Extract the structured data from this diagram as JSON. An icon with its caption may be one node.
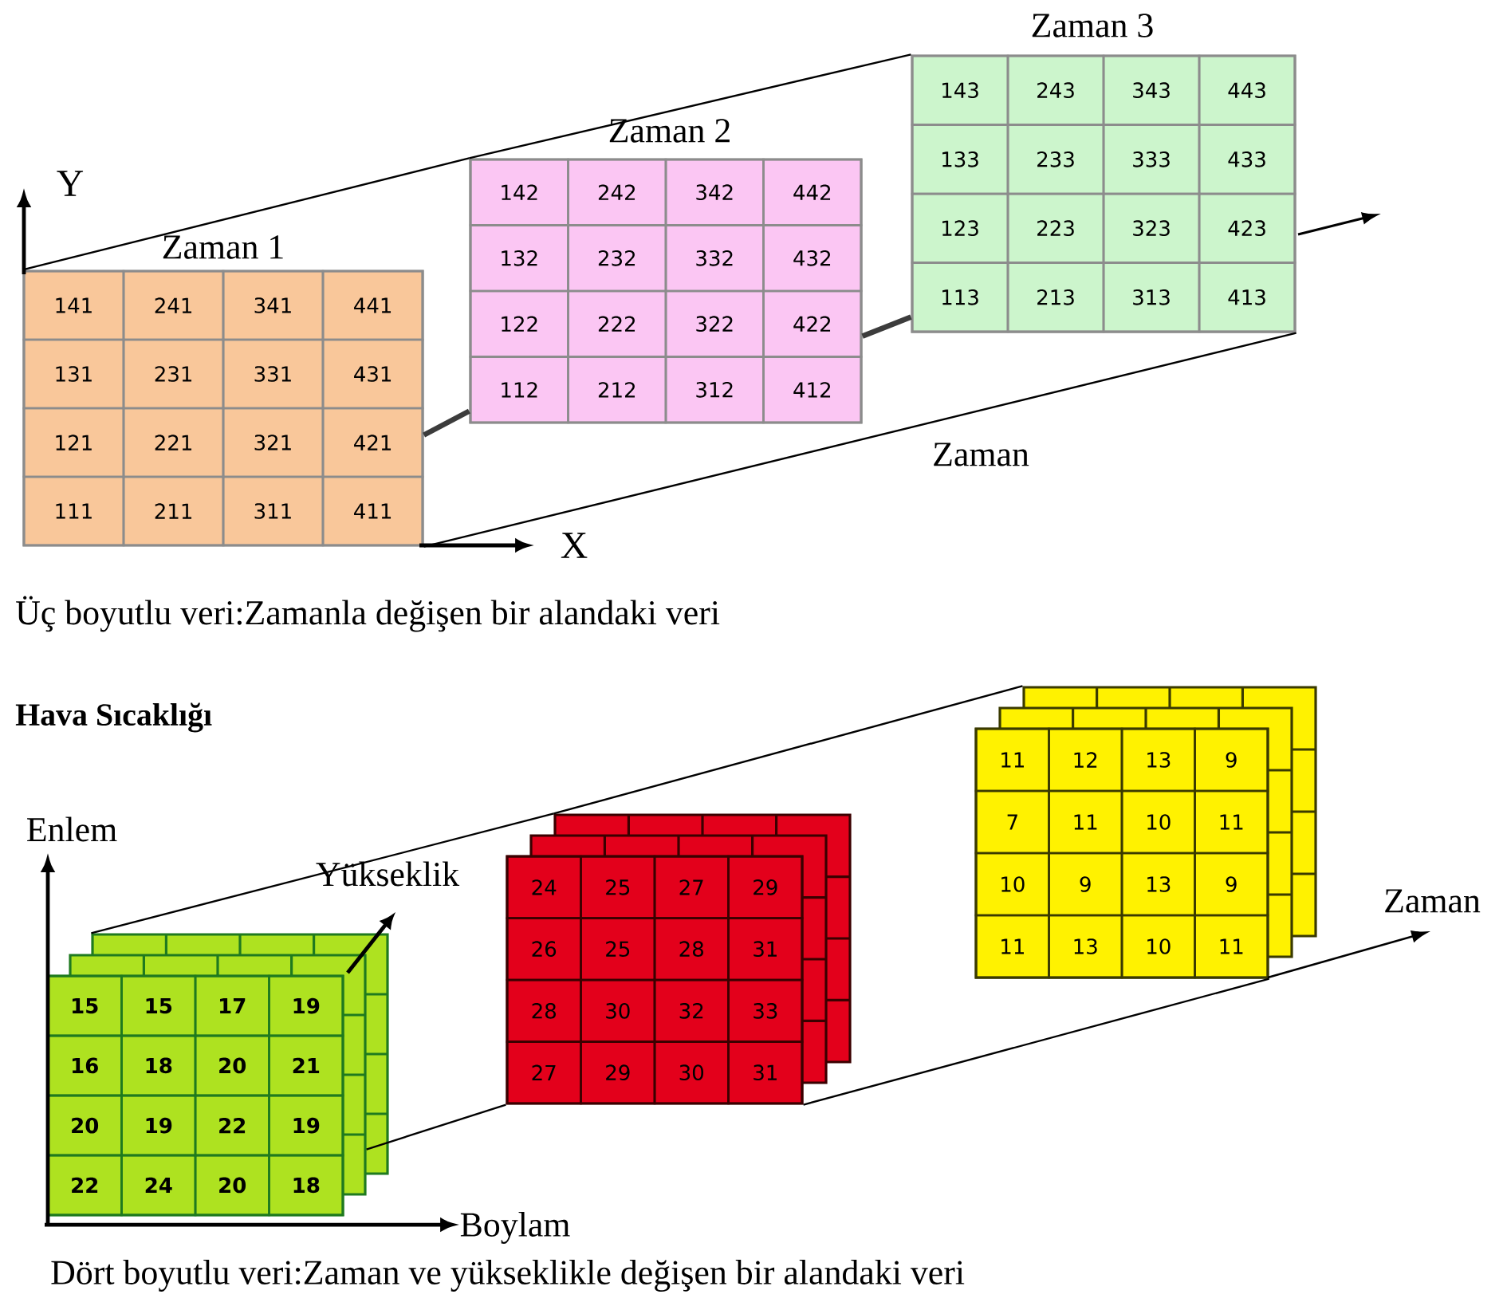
{
  "diagram": {
    "nodes": [
      {
        "text": [
          "Zaman 1",
          "141",
          "241",
          "341",
          "441",
          "131",
          "231",
          "331",
          "431",
          "121",
          "221",
          "321",
          "421",
          "111",
          "211",
          "311",
          "411"
        ]
      },
      {
        "text": [
          "Zaman 2",
          "142",
          "242",
          "342",
          "442",
          "132",
          "232",
          "332",
          "432",
          "122",
          "222",
          "322",
          "422",
          "112",
          "212",
          "312",
          "412"
        ]
      },
      {
        "text": [
          "Zaman 3",
          "143",
          "243",
          "343",
          "443",
          "133",
          "233",
          "333",
          "433",
          "123",
          "223",
          "323",
          "423",
          "113",
          "213",
          "313",
          "413"
        ]
      },
      {
        "text": [
          "15",
          "15",
          "17",
          "19",
          "16",
          "18",
          "20",
          "21",
          "20",
          "19",
          "22",
          "19",
          "22",
          "24",
          "20",
          "18"
        ]
      },
      {
        "text": [
          "24",
          "25",
          "27",
          "29",
          "26",
          "25",
          "28",
          "31",
          "28",
          "30",
          "32",
          "33",
          "27",
          "29",
          "30",
          "31"
        ]
      },
      {
        "text": [
          "11",
          "12",
          "13",
          "9",
          "7",
          "11",
          "10",
          "11",
          "10",
          "9",
          "13",
          "9",
          "11",
          "13",
          "10",
          "11"
        ]
      }
    ],
    "edges": [
      {
        "from": 0,
        "to": 1,
        "arrow": "none"
      },
      {
        "from": 1,
        "to": 2,
        "arrow": "none"
      },
      {
        "from": 0,
        "to": 1,
        "arrow": "none",
        "style": "thick"
      },
      {
        "from": 1,
        "to": 2,
        "arrow": "none",
        "style": "thick"
      },
      {
        "from": 0,
        "to": 2,
        "arrow": "none"
      },
      {
        "from": 3,
        "to": 4,
        "arrow": "none"
      },
      {
        "from": 4,
        "to": 5,
        "arrow": "none"
      },
      {
        "from": 3,
        "to": 4,
        "arrow": "none"
      },
      {
        "from": 4,
        "to": 5,
        "arrow": "none"
      }
    ],
    "labels": [
      "Y",
      "X",
      "Zaman",
      "Üç boyutlu veri:Zamanla değişen bir alandaki veri",
      "Hava Sıcaklığı",
      "Enlem",
      "Yükseklik",
      "Zaman",
      "Boylam",
      "Dört boyutlu veri:Zaman ve yükseklikle değişen bir alandaki veri"
    ]
  }
}
